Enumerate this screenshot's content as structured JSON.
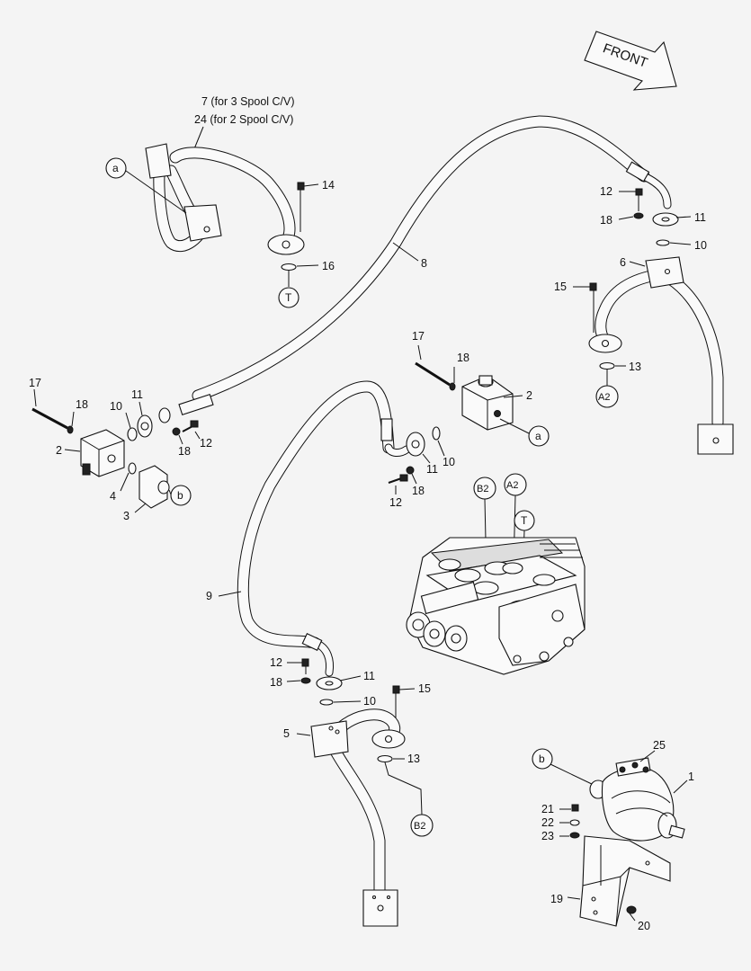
{
  "direction_label": "FRONT",
  "note_line1": "7 (for 3 Spool C/V)",
  "note_line2": "24 (for 2 Spool C/V)",
  "tags": {
    "a1": "a",
    "a2": "a",
    "b1": "b",
    "b2": "b",
    "T1": "T",
    "T2": "T",
    "A2_1": "A2",
    "A2_2": "A2",
    "B2_1": "B2",
    "B2_2": "B2"
  },
  "callouts": {
    "n14": "14",
    "n16": "16",
    "n8": "8",
    "n12a": "12",
    "n18a": "18",
    "n11a": "11",
    "n10a": "10",
    "n6": "6",
    "n15a": "15",
    "n13a": "13",
    "n17a": "17",
    "n18b": "18",
    "n2a": "2",
    "n11b": "11",
    "n10b": "10",
    "n12b": "12",
    "n18c": "18",
    "n17b": "17",
    "n18d": "18",
    "n10c": "10",
    "n11c": "11",
    "n2b": "2",
    "n4": "4",
    "n3": "3",
    "n18e": "18",
    "n12c": "12",
    "n9": "9",
    "n12d": "12",
    "n18f": "18",
    "n11d": "11",
    "n10d": "10",
    "n15b": "15",
    "n5": "5",
    "n13b": "13",
    "n25": "25",
    "n1": "1",
    "n21": "21",
    "n22": "22",
    "n23": "23",
    "n19": "19",
    "n20": "20"
  }
}
